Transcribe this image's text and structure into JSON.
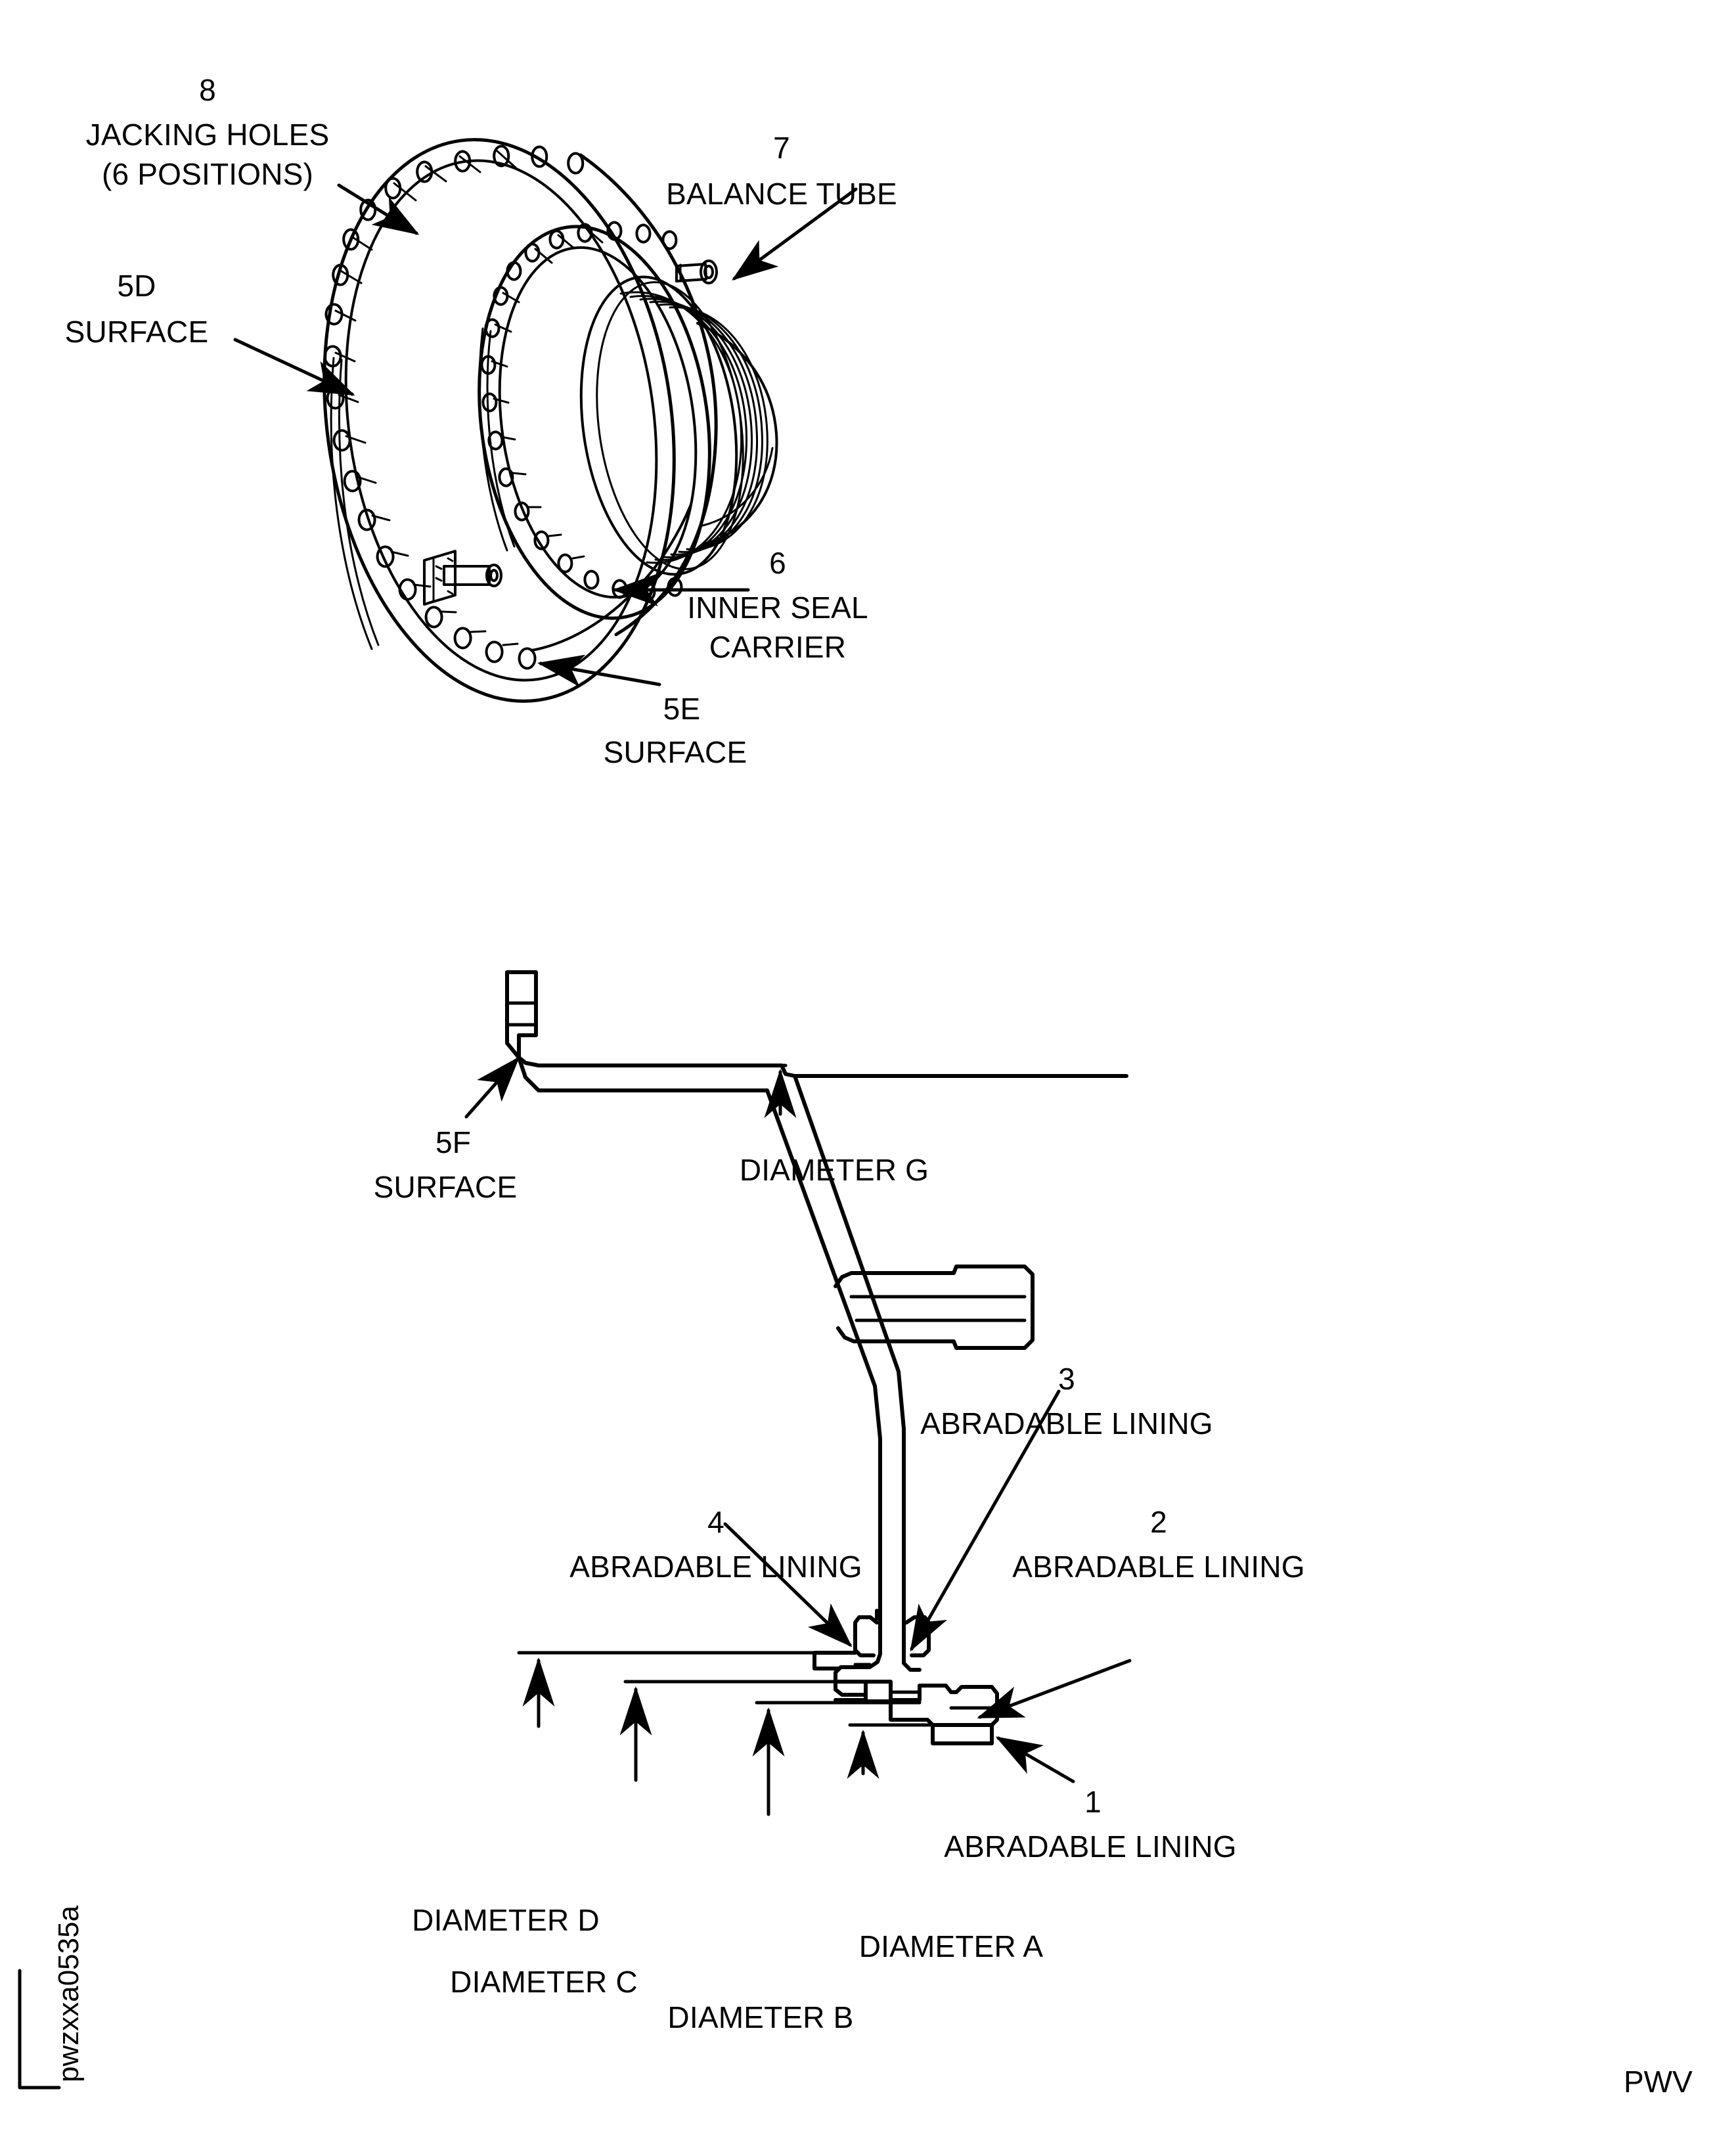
{
  "document": {
    "drawing_code": "pwzxxa0535a",
    "footer_code": "PWV"
  },
  "isometric_view": {
    "callouts": [
      {
        "id": "jacking-holes",
        "number": "8",
        "line1": "JACKING HOLES",
        "line2": "(6 POSITIONS)"
      },
      {
        "id": "balance-tube",
        "number": "7",
        "line1": "BALANCE TUBE",
        "line2": ""
      },
      {
        "id": "surface-5d",
        "number": "5D",
        "line1": "SURFACE",
        "line2": ""
      },
      {
        "id": "inner-seal-carrier",
        "number": "6",
        "line1": "INNER SEAL",
        "line2": "CARRIER"
      },
      {
        "id": "surface-5e",
        "number": "5E",
        "line1": "SURFACE",
        "line2": ""
      }
    ]
  },
  "section_view": {
    "callouts": [
      {
        "id": "surface-5f",
        "number": "5F",
        "line1": "SURFACE",
        "line2": ""
      },
      {
        "id": "diameter-g",
        "number": "",
        "line1": "DIAMETER G",
        "line2": ""
      },
      {
        "id": "abradable-lining-3",
        "number": "3",
        "line1": "ABRADABLE LINING",
        "line2": ""
      },
      {
        "id": "abradable-lining-4",
        "number": "4",
        "line1": "ABRADABLE LINING",
        "line2": ""
      },
      {
        "id": "abradable-lining-2",
        "number": "2",
        "line1": "ABRADABLE LINING",
        "line2": ""
      },
      {
        "id": "abradable-lining-1",
        "number": "1",
        "line1": "ABRADABLE LINING",
        "line2": ""
      },
      {
        "id": "diameter-d",
        "number": "",
        "line1": "DIAMETER D",
        "line2": ""
      },
      {
        "id": "diameter-c",
        "number": "",
        "line1": "DIAMETER C",
        "line2": ""
      },
      {
        "id": "diameter-b",
        "number": "",
        "line1": "DIAMETER B",
        "line2": ""
      },
      {
        "id": "diameter-a",
        "number": "",
        "line1": "DIAMETER A",
        "line2": ""
      }
    ]
  },
  "style": {
    "line_color": "#000000",
    "background": "#ffffff"
  }
}
